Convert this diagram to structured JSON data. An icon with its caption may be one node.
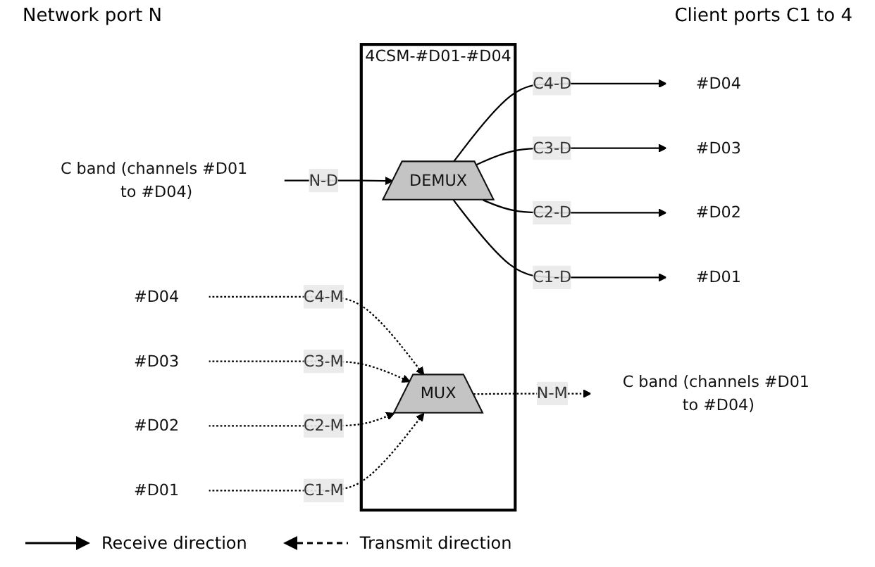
{
  "diagram": {
    "nodes": [
      {
        "text": [
          "4CSM-#D01-#D04"
        ]
      },
      {
        "text": [
          "C band (channels #D01 to #D04)"
        ]
      },
      {
        "text": [
          "DEMUX"
        ],
        "in": 0
      },
      {
        "text": [
          "MUX"
        ],
        "in": 0
      },
      {
        "text": [
          "C band (channels #D01 to #D04)"
        ]
      },
      {
        "text": [
          "#D04"
        ]
      },
      {
        "text": [
          "#D03"
        ]
      },
      {
        "text": [
          "#D02"
        ]
      },
      {
        "text": [
          "#D01"
        ]
      },
      {
        "text": [
          "#D04"
        ]
      },
      {
        "text": [
          "#D03"
        ]
      },
      {
        "text": [
          "#D02"
        ]
      },
      {
        "text": [
          "#D01"
        ]
      }
    ],
    "edges": [
      {
        "from": 1,
        "to": 2,
        "arrow": "to",
        "label": "N-D"
      },
      {
        "from": 2,
        "to": 5,
        "arrow": "to",
        "label": "C4-D"
      },
      {
        "from": 2,
        "to": 6,
        "arrow": "to",
        "label": "C3-D"
      },
      {
        "from": 2,
        "to": 7,
        "arrow": "to",
        "label": "C2-D"
      },
      {
        "from": 2,
        "to": 8,
        "arrow": "to",
        "label": "C1-D"
      },
      {
        "from": 9,
        "to": 3,
        "arrow": "to",
        "label": "C4-M",
        "style": "dashed"
      },
      {
        "from": 10,
        "to": 3,
        "arrow": "to",
        "label": "C3-M",
        "style": "dashed"
      },
      {
        "from": 11,
        "to": 3,
        "arrow": "to",
        "label": "C2-M",
        "style": "dashed"
      },
      {
        "from": 12,
        "to": 3,
        "arrow": "to",
        "label": "C1-M",
        "style": "dashed"
      },
      {
        "from": 3,
        "to": 4,
        "arrow": "to",
        "label": "N-M",
        "style": "dashed"
      }
    ],
    "labels": [
      "Network port N",
      "Client ports C1 to 4"
    ],
    "legend": [
      {
        "text": "Receive direction"
      },
      {
        "text": "Transmit direction"
      }
    ]
  }
}
